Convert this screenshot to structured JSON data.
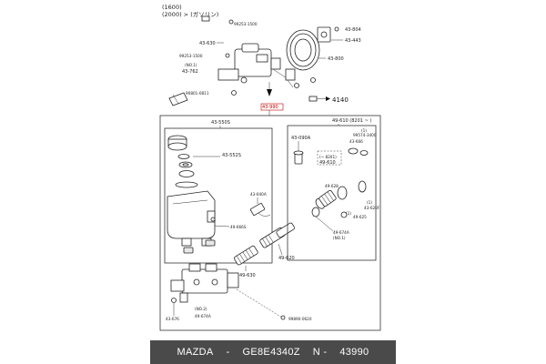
{
  "header": {
    "line1": "(1600)",
    "line2": "(2000) > (ガソリン)"
  },
  "labels": {
    "l43630": "43-630",
    "l99253a": "99253-1500",
    "l99253b": "99253-1500",
    "l43762": "43-762",
    "no1a": "(NO.1)",
    "l90801": "90801-0811",
    "l43804": "43-804",
    "l43443": "43-443",
    "l43800": "43-800",
    "l4140": "4140",
    "main": "43-990",
    "l43550s": "43-550S",
    "l43552s": "43-552S",
    "l43640a": "43-640A",
    "l49666s": "49-666S",
    "l49630": "49-630",
    "l49620": "49-620",
    "l43676": "43-676",
    "no2": "(NO.2)",
    "l49674a_b": "49-674A",
    "l99890": "99890-0620",
    "l49610h": "49-610 (8201 ~ )",
    "l43090a": "43-090A",
    "l99574": "99574-3400",
    "l43666": "43-666",
    "r8201": "(~ 8201)",
    "l49610": "49-610",
    "l49628": "49-628",
    "l43620f": "43-620F",
    "l49625": "49-625",
    "l49674a": "49-674A",
    "no1b": "(NO.1)",
    "p1a": "(1)",
    "p1b": "(1)",
    "p1c": "(1)"
  },
  "caption": {
    "brand": "MAZDA",
    "sep1": "-",
    "part_number": "GE8E4340Z",
    "sep2": "N -",
    "ref_number": "43990"
  }
}
